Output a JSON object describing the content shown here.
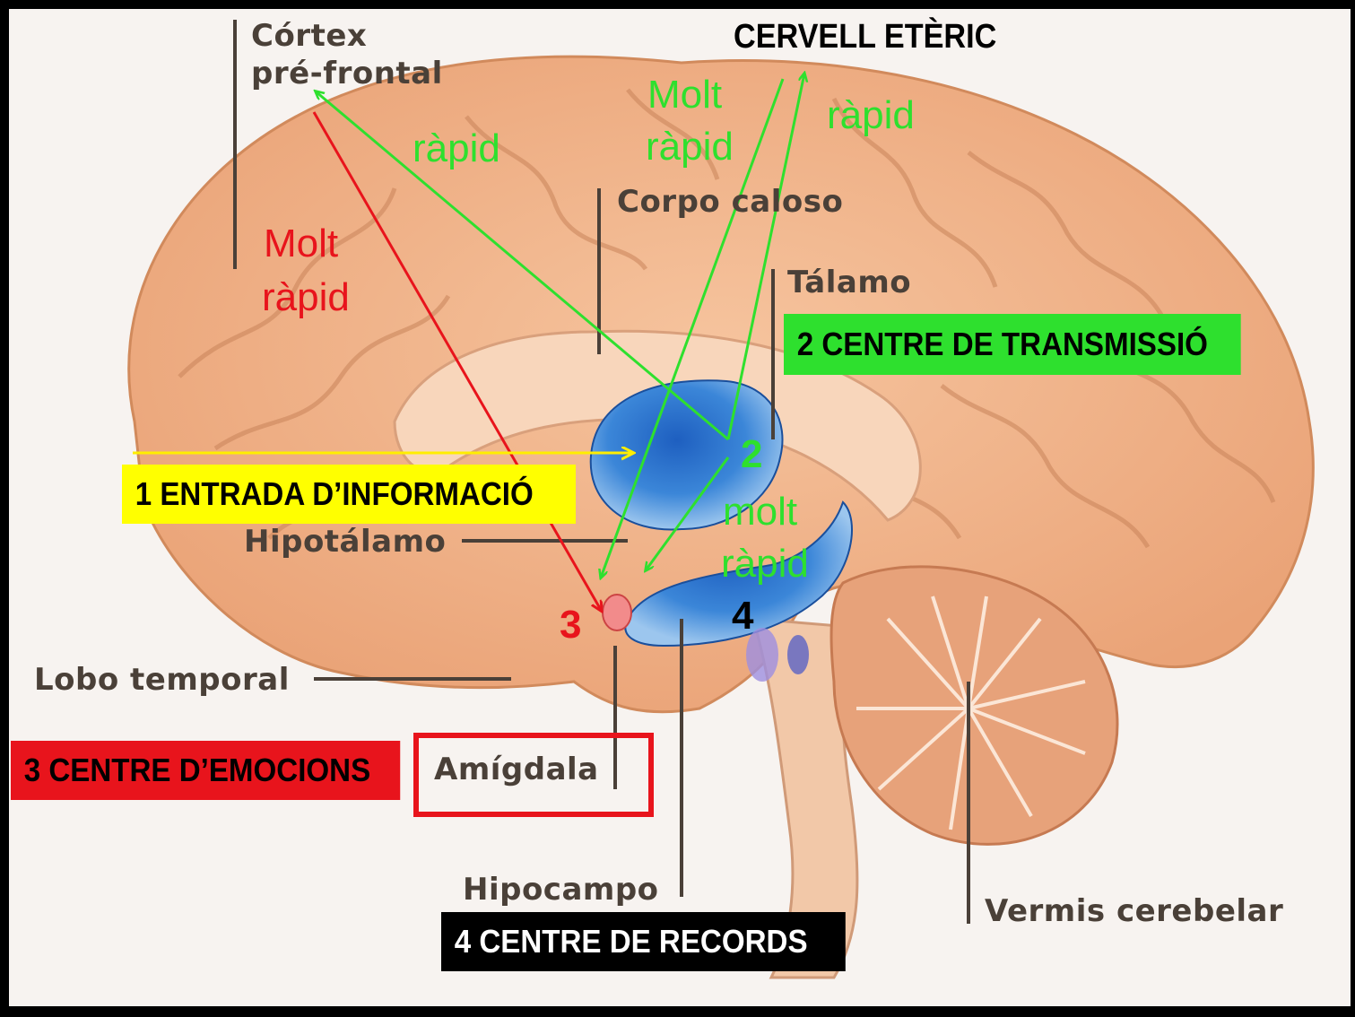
{
  "title": "CERVELL ETÈRIC",
  "anatomy_labels": {
    "cortex_prefrontal_line1": "Córtex",
    "cortex_prefrontal_line2": "pré-frontal",
    "corpo_caloso": "Corpo caloso",
    "talamo": "Tálamo",
    "hipotalamo": "Hipotálamo",
    "lobo_temporal": "Lobo temporal",
    "amigdala": "Amígdala",
    "hipocampo": "Hipocampo",
    "vermis": "Vermis cerebelar"
  },
  "arrow_labels": {
    "green_rapid_left": "ràpid",
    "green_molt_rapid_top_1": "Molt",
    "green_molt_rapid_top_2": "ràpid",
    "green_rapid_right": "ràpid",
    "red_molt_rapid_1": "Molt",
    "red_molt_rapid_2": "ràpid",
    "green_molt_rapid_low_1": "molt",
    "green_molt_rapid_low_2": "ràpid"
  },
  "markers": {
    "n2": "2",
    "n3": "3",
    "n4": "4"
  },
  "centers": {
    "entrada": "1 ENTRADA D’INFORMACIÓ",
    "transmissio": "2 CENTRE DE TRANSMISSIÓ",
    "emocions": "3 CENTRE D’EMOCIONS",
    "records": "4 CENTRE DE RECORDS"
  },
  "colors": {
    "green": "#2ee02e",
    "red": "#e8141c",
    "yellow": "#ffff00",
    "black": "#000000",
    "brain": "#f2b48a",
    "limbic_blue": "#3a7fd0"
  }
}
